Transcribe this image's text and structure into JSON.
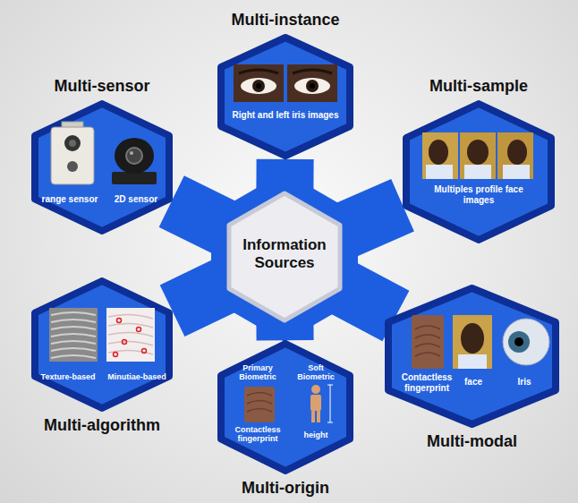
{
  "diagram": {
    "nodes": [
      {
        "text": [
          "Multi-instance",
          "Right and left iris images"
        ]
      },
      {
        "text": [
          "Multi-sensor",
          "range sensor",
          "2D sensor"
        ]
      },
      {
        "text": [
          "Multi-sample",
          "Multiples profile face images"
        ]
      },
      {
        "text": [
          "Information Sources"
        ]
      },
      {
        "text": [
          "Multi-algorithm",
          "Texture-based",
          "Minutiae-based"
        ]
      },
      {
        "text": [
          "Multi-modal",
          "Contactless fingerprint",
          "face",
          "Iris"
        ]
      },
      {
        "text": [
          "Multi-origin",
          "Primary Biometric",
          "Soft Biometric",
          "Contactless fingerprint",
          "height"
        ]
      }
    ],
    "edges": [
      {
        "from": 3,
        "to": 0,
        "arrow": "none"
      },
      {
        "from": 3,
        "to": 1,
        "arrow": "none"
      },
      {
        "from": 3,
        "to": 2,
        "arrow": "none"
      },
      {
        "from": 3,
        "to": 4,
        "arrow": "none"
      },
      {
        "from": 3,
        "to": 5,
        "arrow": "none"
      },
      {
        "from": 3,
        "to": 6,
        "arrow": "none"
      }
    ]
  }
}
